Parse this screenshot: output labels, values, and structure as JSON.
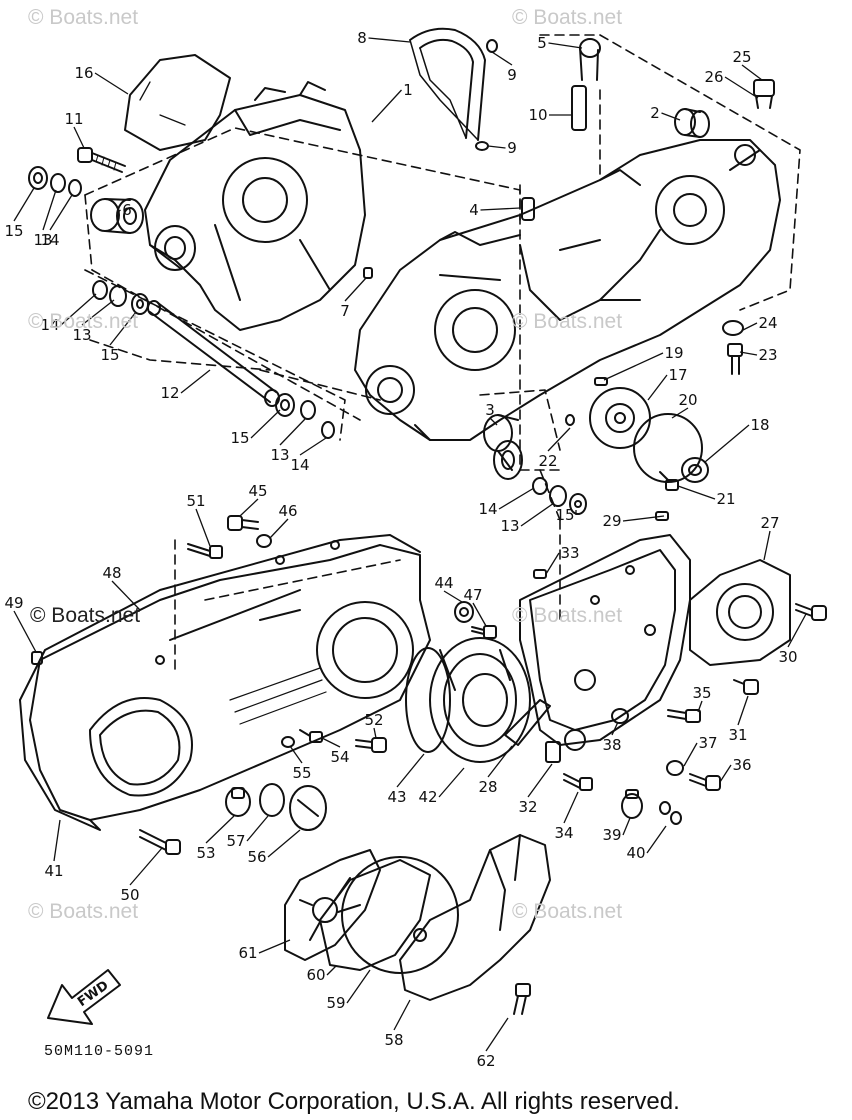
{
  "watermark": {
    "text": "© Boats.net"
  },
  "drawing_code": "50M110-5091",
  "copyright": "©2013 Yamaha Motor Corporation, U.S.A. All rights reserved.",
  "fwd_label": "FWD",
  "callouts": [
    {
      "n": "1"
    },
    {
      "n": "2"
    },
    {
      "n": "3"
    },
    {
      "n": "4"
    },
    {
      "n": "5"
    },
    {
      "n": "6"
    },
    {
      "n": "7"
    },
    {
      "n": "8"
    },
    {
      "n": "9"
    },
    {
      "n": "9"
    },
    {
      "n": "10"
    },
    {
      "n": "11"
    },
    {
      "n": "12"
    },
    {
      "n": "13"
    },
    {
      "n": "13"
    },
    {
      "n": "13"
    },
    {
      "n": "13"
    },
    {
      "n": "14"
    },
    {
      "n": "14"
    },
    {
      "n": "14"
    },
    {
      "n": "14"
    },
    {
      "n": "15"
    },
    {
      "n": "15"
    },
    {
      "n": "15"
    },
    {
      "n": "15"
    },
    {
      "n": "16"
    },
    {
      "n": "17"
    },
    {
      "n": "18"
    },
    {
      "n": "19"
    },
    {
      "n": "20"
    },
    {
      "n": "21"
    },
    {
      "n": "22"
    },
    {
      "n": "23"
    },
    {
      "n": "24"
    },
    {
      "n": "25"
    },
    {
      "n": "26"
    },
    {
      "n": "27"
    },
    {
      "n": "28"
    },
    {
      "n": "29"
    },
    {
      "n": "30"
    },
    {
      "n": "31"
    },
    {
      "n": "32"
    },
    {
      "n": "33"
    },
    {
      "n": "34"
    },
    {
      "n": "35"
    },
    {
      "n": "36"
    },
    {
      "n": "37"
    },
    {
      "n": "38"
    },
    {
      "n": "39"
    },
    {
      "n": "40"
    },
    {
      "n": "41"
    },
    {
      "n": "42"
    },
    {
      "n": "43"
    },
    {
      "n": "44"
    },
    {
      "n": "45"
    },
    {
      "n": "46"
    },
    {
      "n": "47"
    },
    {
      "n": "48"
    },
    {
      "n": "49"
    },
    {
      "n": "50"
    },
    {
      "n": "51"
    },
    {
      "n": "52"
    },
    {
      "n": "53"
    },
    {
      "n": "54"
    },
    {
      "n": "55"
    },
    {
      "n": "56"
    },
    {
      "n": "57"
    },
    {
      "n": "58"
    },
    {
      "n": "59"
    },
    {
      "n": "60"
    },
    {
      "n": "61"
    },
    {
      "n": "62"
    }
  ]
}
